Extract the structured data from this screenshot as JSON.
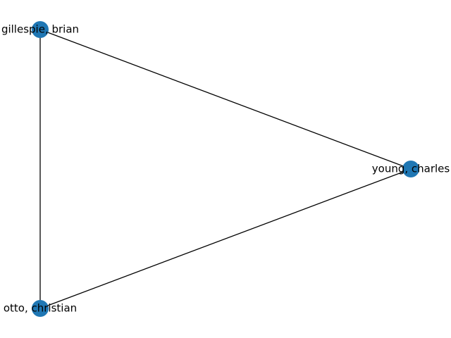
{
  "graph": {
    "node_color": "#1f77b4",
    "edge_color": "#000000",
    "nodes": [
      {
        "id": "gillespie",
        "label": "gillespie, brian"
      },
      {
        "id": "young",
        "label": "young, charles"
      },
      {
        "id": "otto",
        "label": "otto, christian"
      }
    ],
    "edges": [
      {
        "source": "gillespie",
        "target": "young"
      },
      {
        "source": "gillespie",
        "target": "otto"
      },
      {
        "source": "young",
        "target": "otto"
      }
    ]
  }
}
